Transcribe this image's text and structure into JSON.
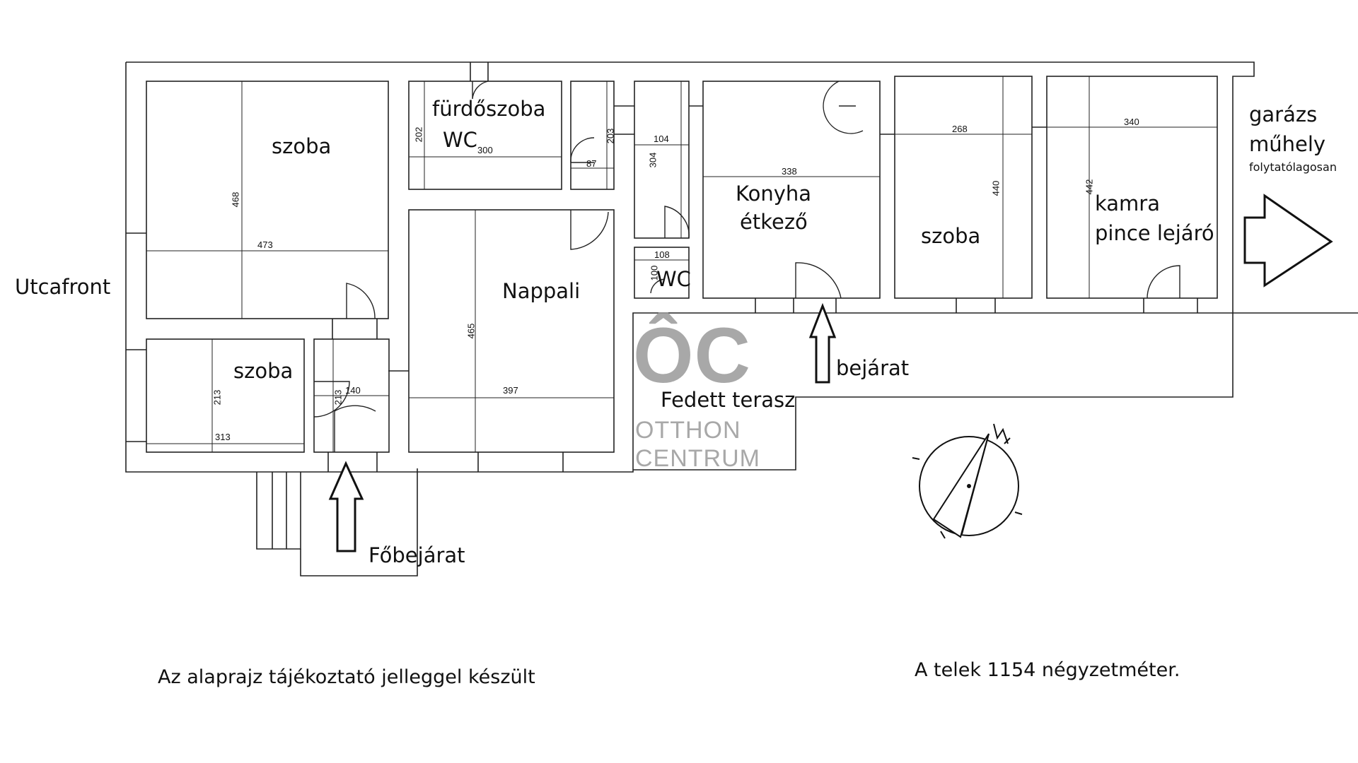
{
  "rooms": {
    "room1": "szoba",
    "bathroom": "fürdőszoba",
    "bathroom_wc": "WC",
    "living": "Nappali",
    "room2": "szoba",
    "wc": "WC",
    "kitchen_1": "Konyha",
    "kitchen_2": "étkező",
    "room3": "szoba",
    "pantry_1": "kamra",
    "pantry_2": "pince lejáró"
  },
  "labels": {
    "street": "Utcafront",
    "covered_terrace": "Fedett terasz",
    "entrance": "bejárat",
    "main_entrance": "Főbejárat",
    "garage_1": "garázs",
    "garage_2": "műhely",
    "garage_3": "folytatólagosan"
  },
  "dimensions": {
    "room1_h": "468",
    "room1_w": "473",
    "bath_h": "202",
    "bath_w": "300",
    "narrow_h": "203",
    "narrow_w": "87",
    "hall_w": "104",
    "hall_h": "304",
    "wc_w": "108",
    "wc_h": "100",
    "kitchen_w": "338",
    "room3_w": "268",
    "room3_h": "440",
    "pantry_w": "340",
    "pantry_h": "442",
    "room2_h": "213",
    "room2_w": "313",
    "entry_w": "140",
    "entry_h": "213",
    "living_h": "465",
    "living_w": "397"
  },
  "notes": {
    "disclaimer": "Az alaprajz tájékoztató jelleggel készült",
    "plot": "A telek 1154 négyzetméter."
  },
  "watermark": {
    "logo": "ÔC",
    "line1": "OTTHON",
    "line2": "CENTRUM"
  },
  "colors": {
    "line": "#222222",
    "watermark": "#9a9a9a"
  }
}
